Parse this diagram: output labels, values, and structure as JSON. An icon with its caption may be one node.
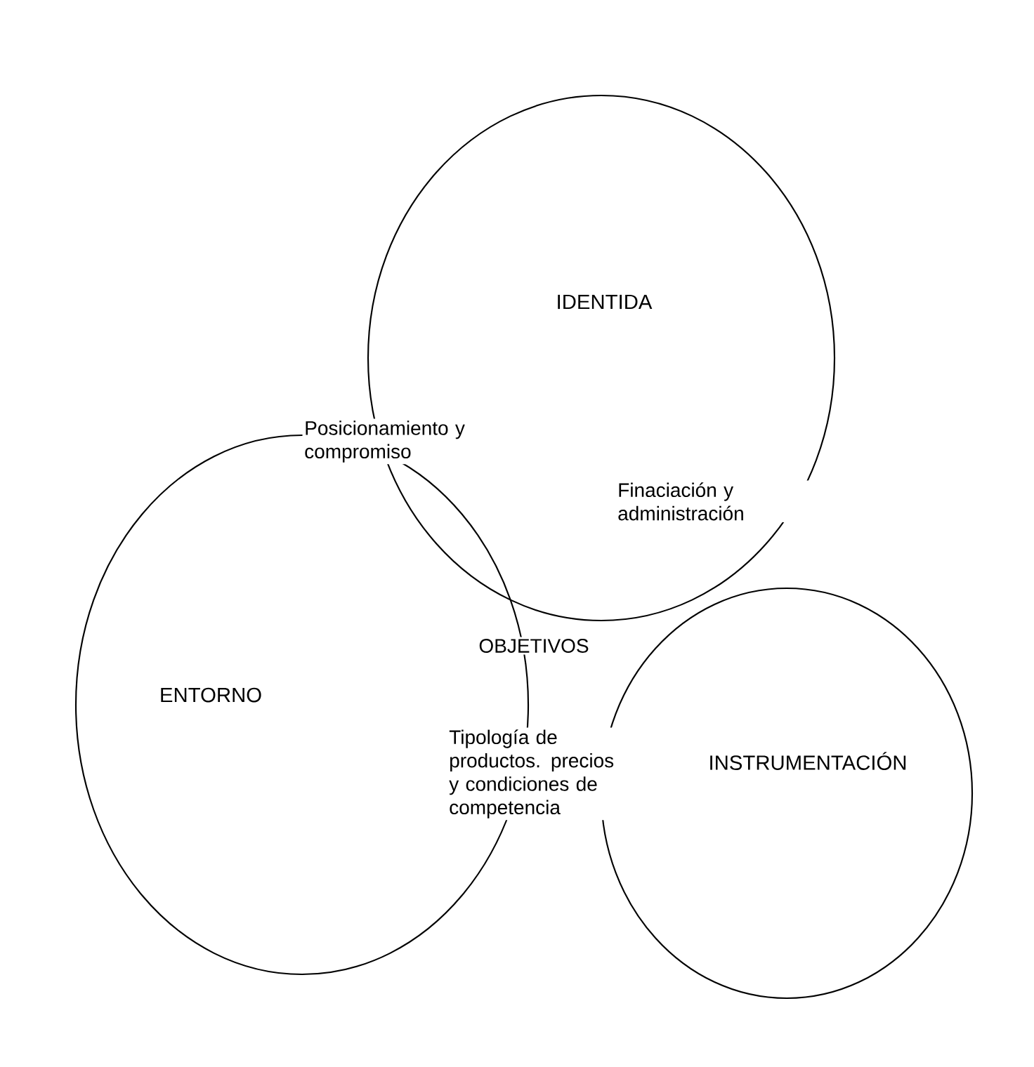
{
  "diagram": {
    "nodes": [
      {
        "text": [
          "IDENTIDA"
        ]
      },
      {
        "text": [
          "ENTORNO"
        ]
      },
      {
        "text": [
          "INSTRUMENTACIÓN"
        ]
      }
    ],
    "labels": [
      "Posicionamiento y compromiso",
      "Finaciación y administración",
      "OBJETIVOS",
      "Tipología de productos. precios y condiciones de competencia"
    ]
  }
}
